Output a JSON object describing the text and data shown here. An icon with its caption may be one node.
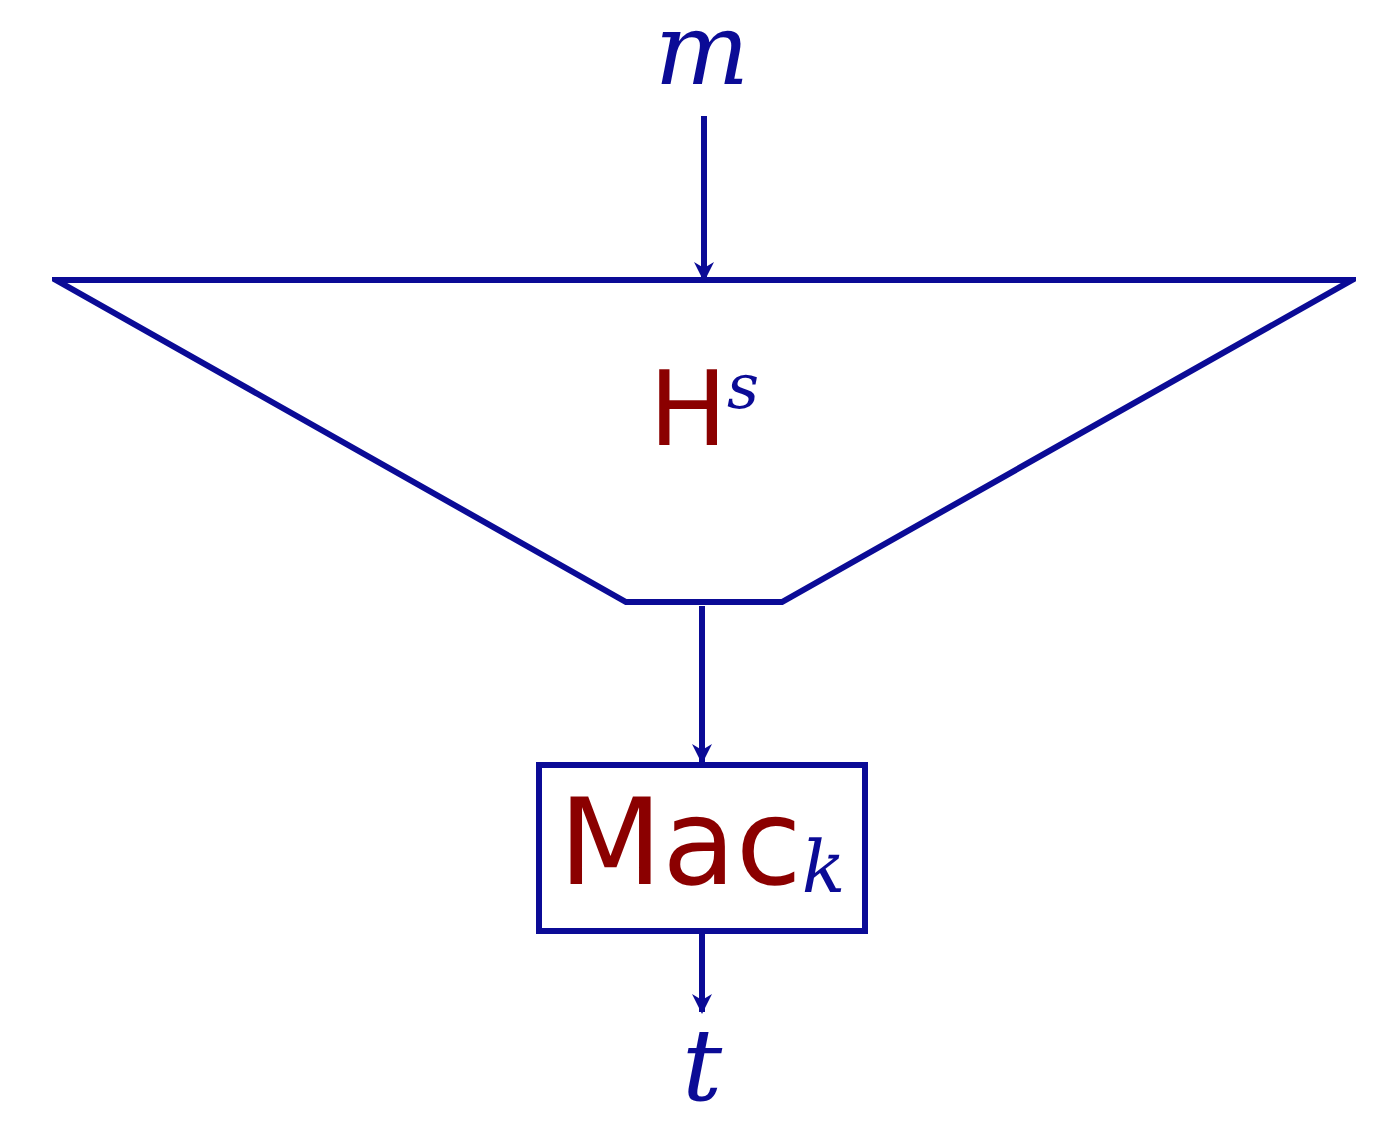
{
  "diagram": {
    "nodes": [
      {
        "text": [
          "m"
        ]
      },
      {
        "text": [
          "H$^{s}$"
        ]
      },
      {
        "text": [
          "Mac$_{k}$"
        ]
      },
      {
        "text": [
          "t"
        ]
      }
    ],
    "edges": [
      {
        "from": 0,
        "to": 1,
        "arrow": "to"
      },
      {
        "from": 1,
        "to": 2,
        "arrow": "to"
      },
      {
        "from": 2,
        "to": 3,
        "arrow": "to"
      }
    ]
  }
}
